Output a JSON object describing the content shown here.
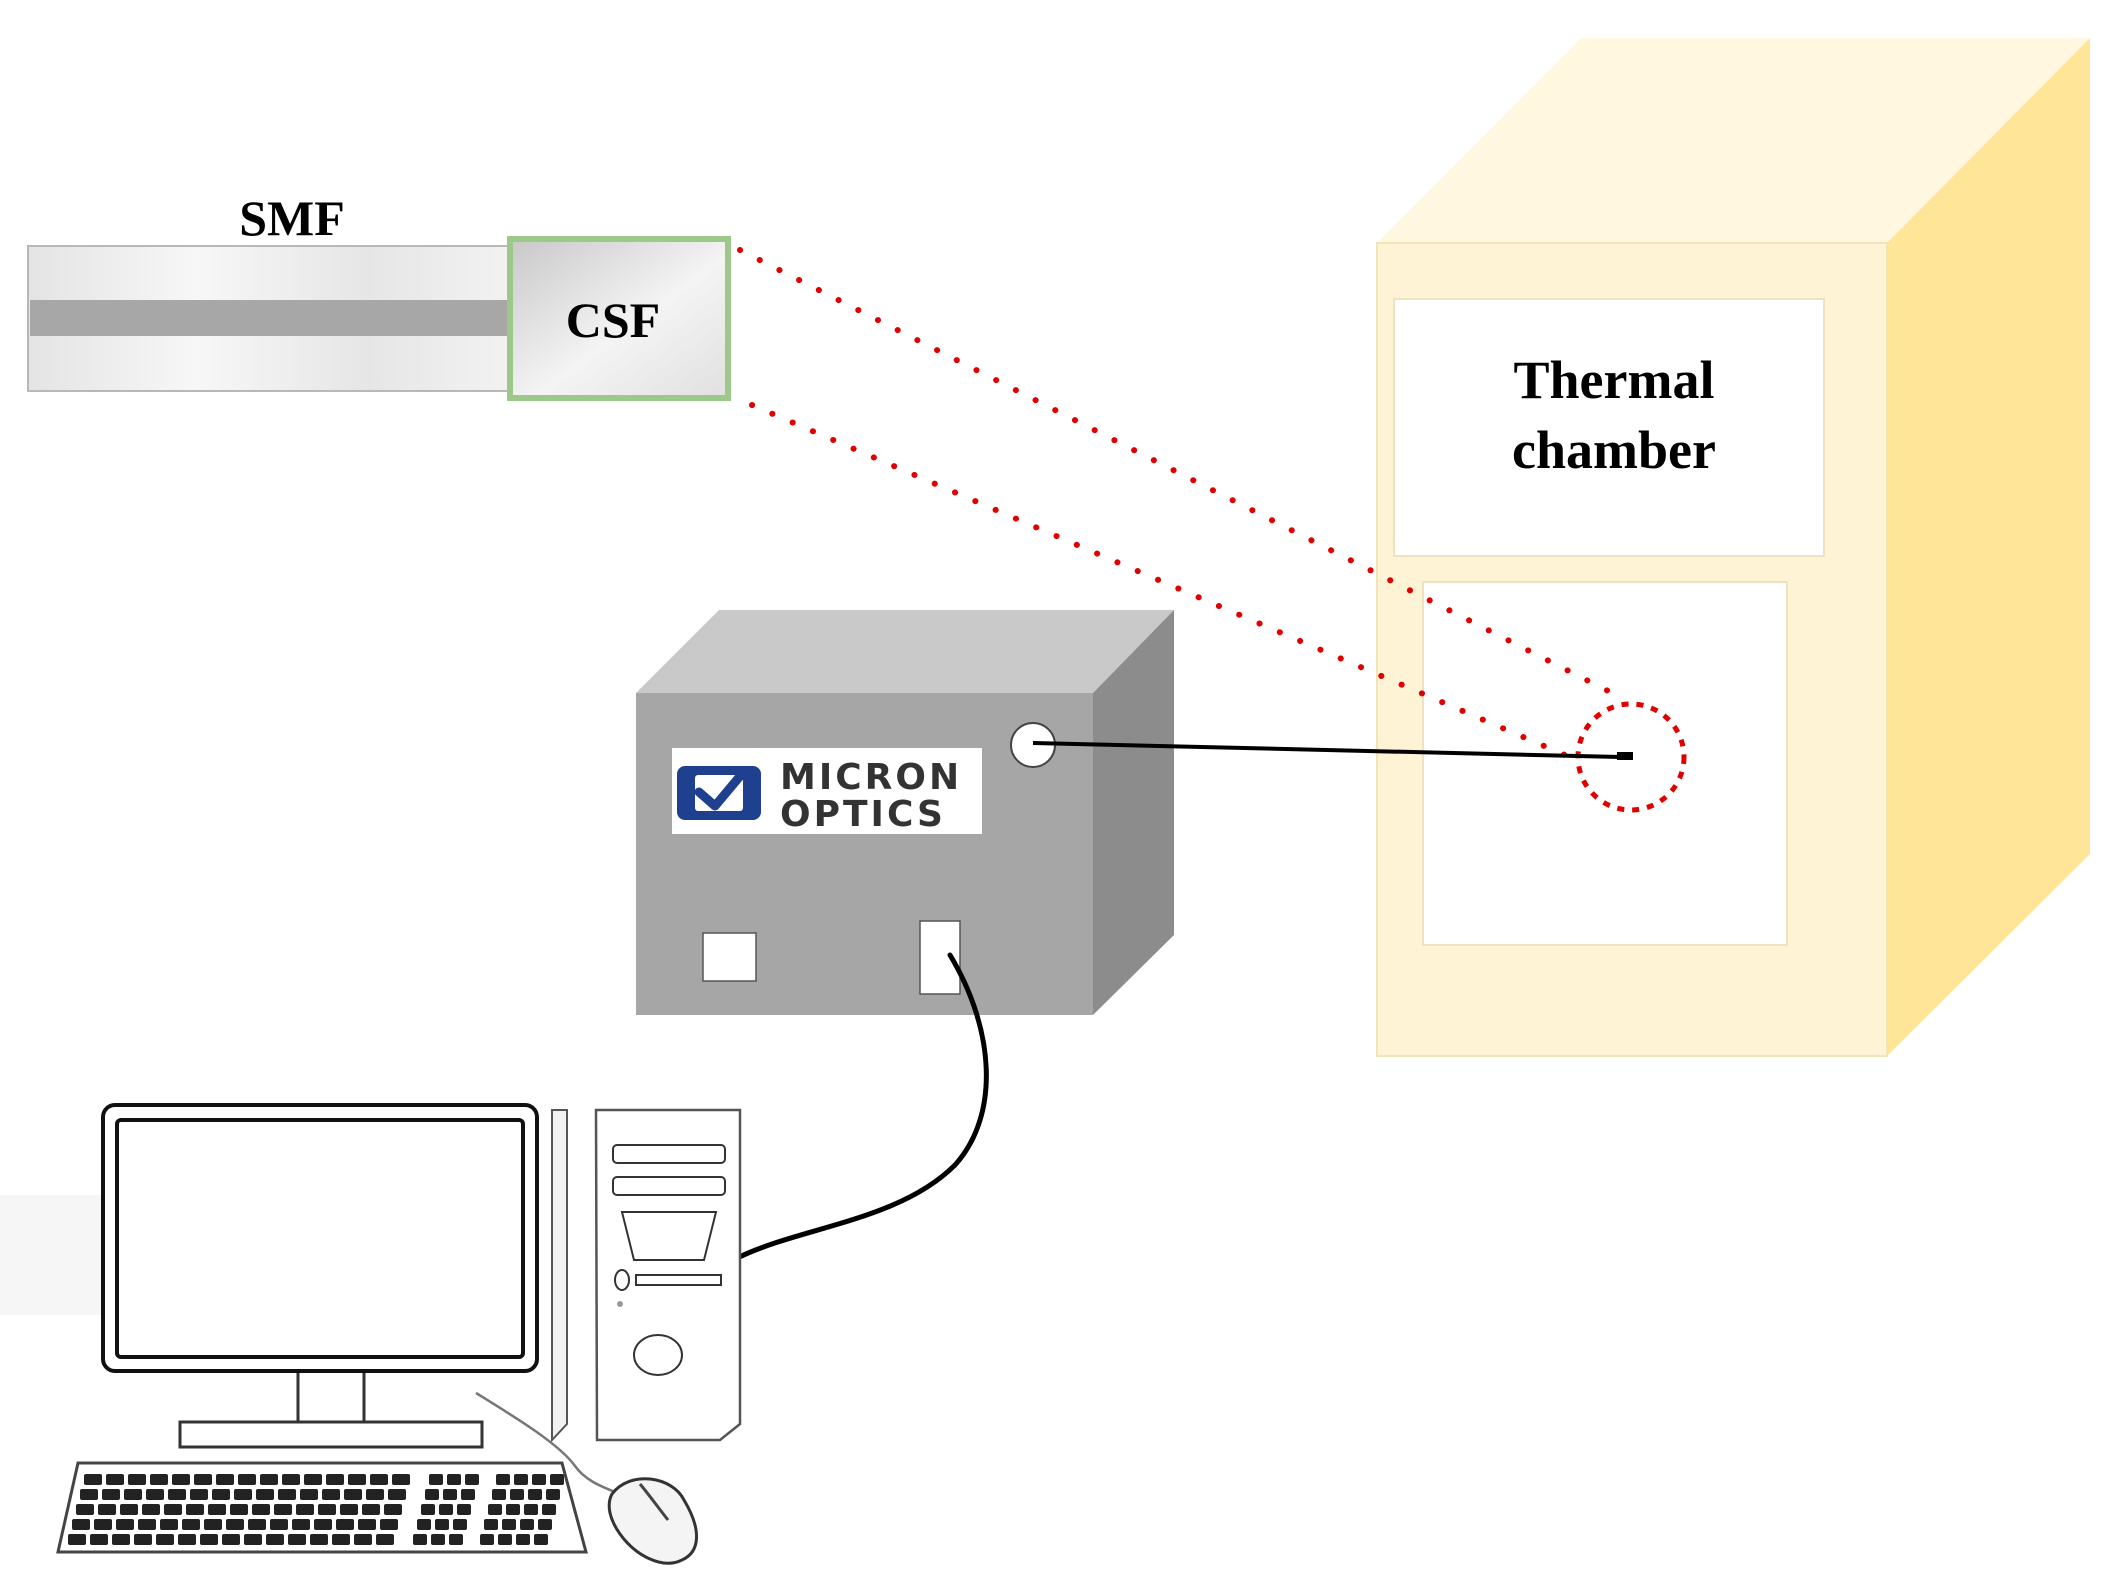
{
  "labels": {
    "smf": "SMF",
    "csf": "CSF",
    "chamber_line1": "Thermal",
    "chamber_line2": "chamber"
  },
  "interrogator": {
    "brand_line1": "MICRON",
    "brand_line2": "OPTICS"
  },
  "colors": {
    "chamber_front": "#FFF3D6",
    "chamber_top": "#FFF7E0",
    "chamber_side": "#FFE597",
    "dotted_line": "#E00000",
    "csf_border": "#9CC88A",
    "device_front": "#A6A6A6",
    "device_top": "#C9C9C9",
    "device_side": "#8C8C8C",
    "logo_blue": "#1F3F8F"
  },
  "icons": [
    "fiber-icon",
    "micron-optics-logo-icon",
    "desktop-computer-icon",
    "keyboard-icon",
    "mouse-icon"
  ]
}
